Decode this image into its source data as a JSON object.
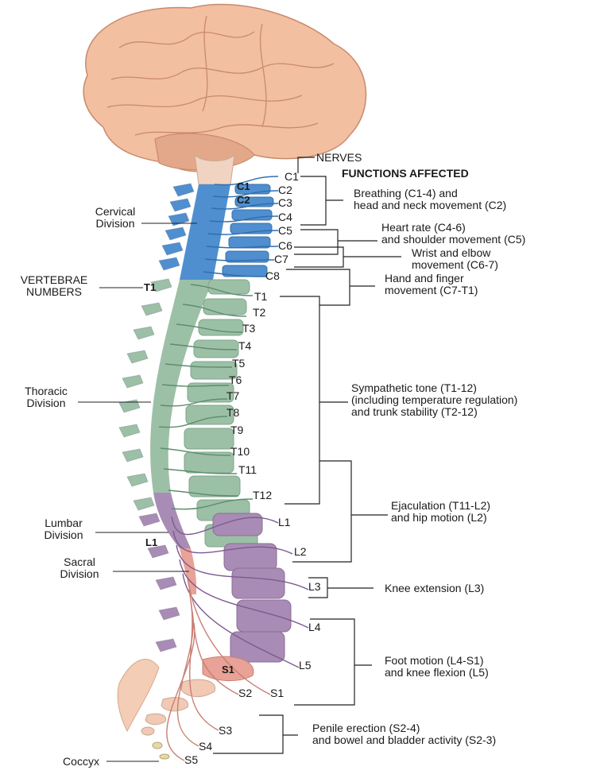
{
  "headers": {
    "nerves": "NERVES",
    "functions": "FUNCTIONS AFFECTED"
  },
  "divisions": {
    "cervical": [
      "Cervical",
      "Division"
    ],
    "vertebrae_numbers": [
      "VERTEBRAE",
      "NUMBERS"
    ],
    "thoracic": [
      "Thoracic",
      "Division"
    ],
    "lumbar": [
      "Lumbar",
      "Division"
    ],
    "sacral": [
      "Sacral",
      "Division"
    ],
    "coccyx": "Coccyx"
  },
  "vertebra_labels": {
    "c1": "C1",
    "c2": "C2",
    "t1": "T1",
    "l1": "L1",
    "s1": "S1"
  },
  "nerves": {
    "cervical": [
      "C1",
      "C2",
      "C3",
      "C4",
      "C5",
      "C6",
      "C7",
      "C8"
    ],
    "thoracic": [
      "T1",
      "T2",
      "T3",
      "T4",
      "T5",
      "T6",
      "T7",
      "T8",
      "T9",
      "T10",
      "T11",
      "T12"
    ],
    "lumbar": [
      "L1",
      "L2",
      "L3",
      "L4",
      "L5"
    ],
    "sacral": [
      "S1",
      "S2",
      "S3",
      "S4",
      "S5"
    ]
  },
  "functions": [
    [
      "Breathing (C1-4) and",
      "head and neck movement (C2)"
    ],
    [
      "Heart rate (C4-6)",
      "and shoulder movement (C5)"
    ],
    [
      "Wrist and elbow",
      "movement (C6-7)"
    ],
    [
      "Hand and finger",
      "movement (C7-T1)"
    ],
    [
      "Sympathetic tone (T1-12)",
      "(including temperature regulation)",
      "and trunk stability (T2-12)"
    ],
    [
      "Ejaculation (T11-L2)",
      "and hip motion (L2)"
    ],
    [
      "Knee extension (L3)"
    ],
    [
      "Foot motion (L4-S1)",
      "and knee flexion (L5)"
    ],
    [
      "Penile erection (S2-4)",
      "and bowel and bladder activity (S2-3)"
    ]
  ],
  "colors": {
    "brain": "#f2bfa0",
    "brain_fold": "#c98a6c",
    "cervical": "#4f8fd0",
    "thoracic": "#9cc0a6",
    "lumbar": "#a98cb5",
    "sacral": "#e8a297"
  }
}
